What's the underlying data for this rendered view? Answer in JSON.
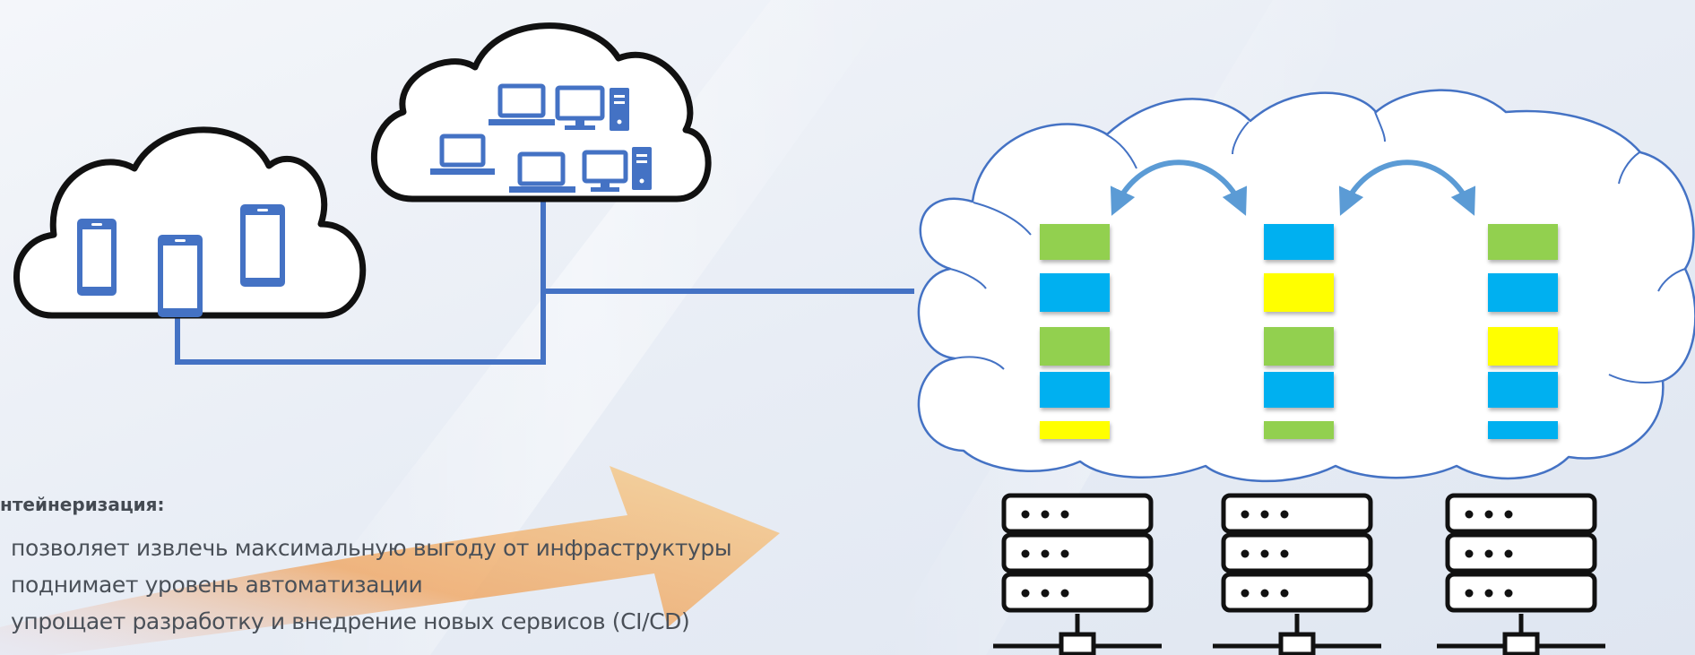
{
  "caption": {
    "title": "нтейнеризация:",
    "bullets": [
      "позволяет извлечь максимальную выгоду от инфраструктуры",
      "поднимает уровень автоматизации",
      "упрощает разработку и внедрение новых сервисов (CI/CD)"
    ]
  },
  "colors": {
    "line_blue": "#4472c4",
    "device_blue": "#4472c4",
    "big_cloud_stroke": "#4472c4",
    "arrow_blue": "#5b9bd5",
    "container_green": "#92d050",
    "container_cyan": "#00b0f0",
    "container_yellow": "#ffff00",
    "server_outline": "#111111",
    "background_arrow": "#f5a623"
  },
  "icons": {
    "mobile_cloud": "smartphone-icon",
    "desktop_cloud": [
      "laptop-icon",
      "monitor-icon",
      "desktop-tower-icon"
    ],
    "servers": "server-rack-icon",
    "migration": "curved-double-arrow-icon"
  },
  "containers": [
    [
      "green",
      "cyan",
      "green",
      "cyan",
      "yellow"
    ],
    [
      "cyan",
      "yellow",
      "green",
      "cyan",
      "green"
    ],
    [
      "green",
      "cyan",
      "yellow",
      "cyan",
      "cyan"
    ]
  ]
}
